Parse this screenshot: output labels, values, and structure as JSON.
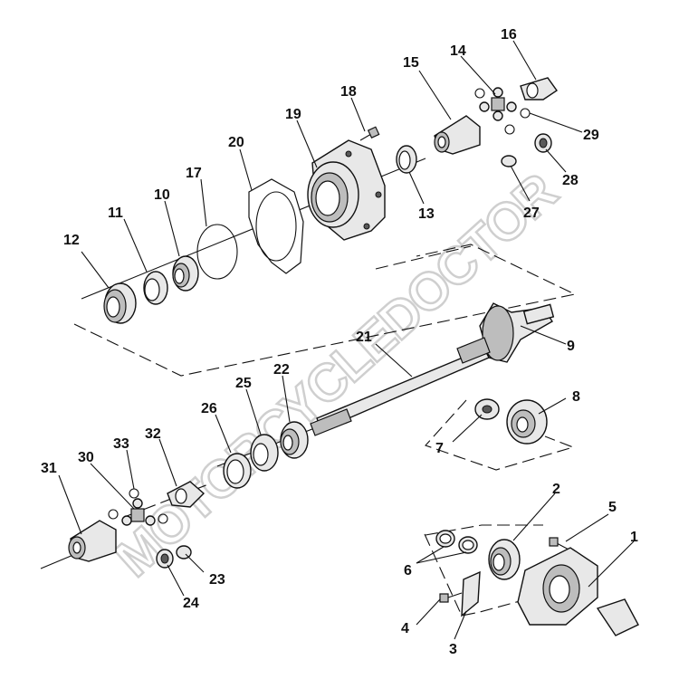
{
  "labels": {
    "n1": "1",
    "n2": "2",
    "n3": "3",
    "n4": "4",
    "n5": "5",
    "n6": "6",
    "n7": "7",
    "n8": "8",
    "n9": "9",
    "n10": "10",
    "n11": "11",
    "n12": "12",
    "n13": "13",
    "n14": "14",
    "n15": "15",
    "n16": "16",
    "n17": "17",
    "n18": "18",
    "n19": "19",
    "n20": "20",
    "n21": "21",
    "n22": "22",
    "n23": "23",
    "n24": "24",
    "n25": "25",
    "n26": "26",
    "n27": "27",
    "n28": "28",
    "n29": "29",
    "n30": "30",
    "n31": "31",
    "n32": "32",
    "n33": "33"
  },
  "watermark": "MOTORCYCLEDOCTOR"
}
